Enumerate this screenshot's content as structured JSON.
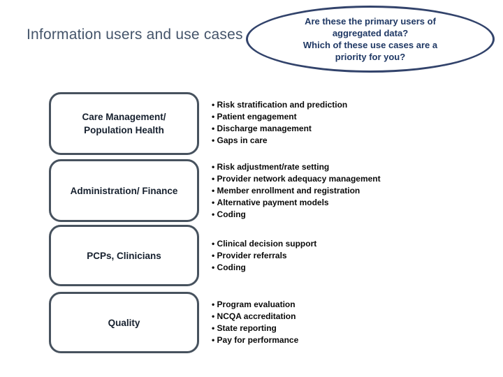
{
  "title": "Information users and use cases",
  "callout": {
    "lines": [
      "Are these the primary users of",
      "aggregated data?",
      "Which of these use cases are a",
      "priority for you?"
    ]
  },
  "rows": [
    {
      "label_lines": [
        "Care Management/",
        "Population Health"
      ],
      "bullets": [
        "Risk stratification and prediction",
        "Patient engagement",
        "Discharge management",
        "Gaps in care"
      ]
    },
    {
      "label_lines": [
        "Administration/ Finance"
      ],
      "bullets": [
        "Risk adjustment/rate setting",
        "Provider network adequacy management",
        "Member enrollment and registration",
        "Alternative payment models",
        "Coding"
      ]
    },
    {
      "label_lines": [
        "PCPs, Clinicians"
      ],
      "bullets": [
        "Clinical decision support",
        "Provider referrals",
        "Coding"
      ]
    },
    {
      "label_lines": [
        "Quality"
      ],
      "bullets": [
        "Program evaluation",
        "NCQA accreditation",
        "State reporting",
        "Pay for performance"
      ]
    }
  ],
  "colors": {
    "title_color": "#44546A",
    "callout_border": "#32436B",
    "callout_text": "#1F3864",
    "box_border": "#47525E",
    "box_text": "#16202E",
    "bullet_text": "#0A0A0A",
    "bg": "#FFFFFF"
  }
}
